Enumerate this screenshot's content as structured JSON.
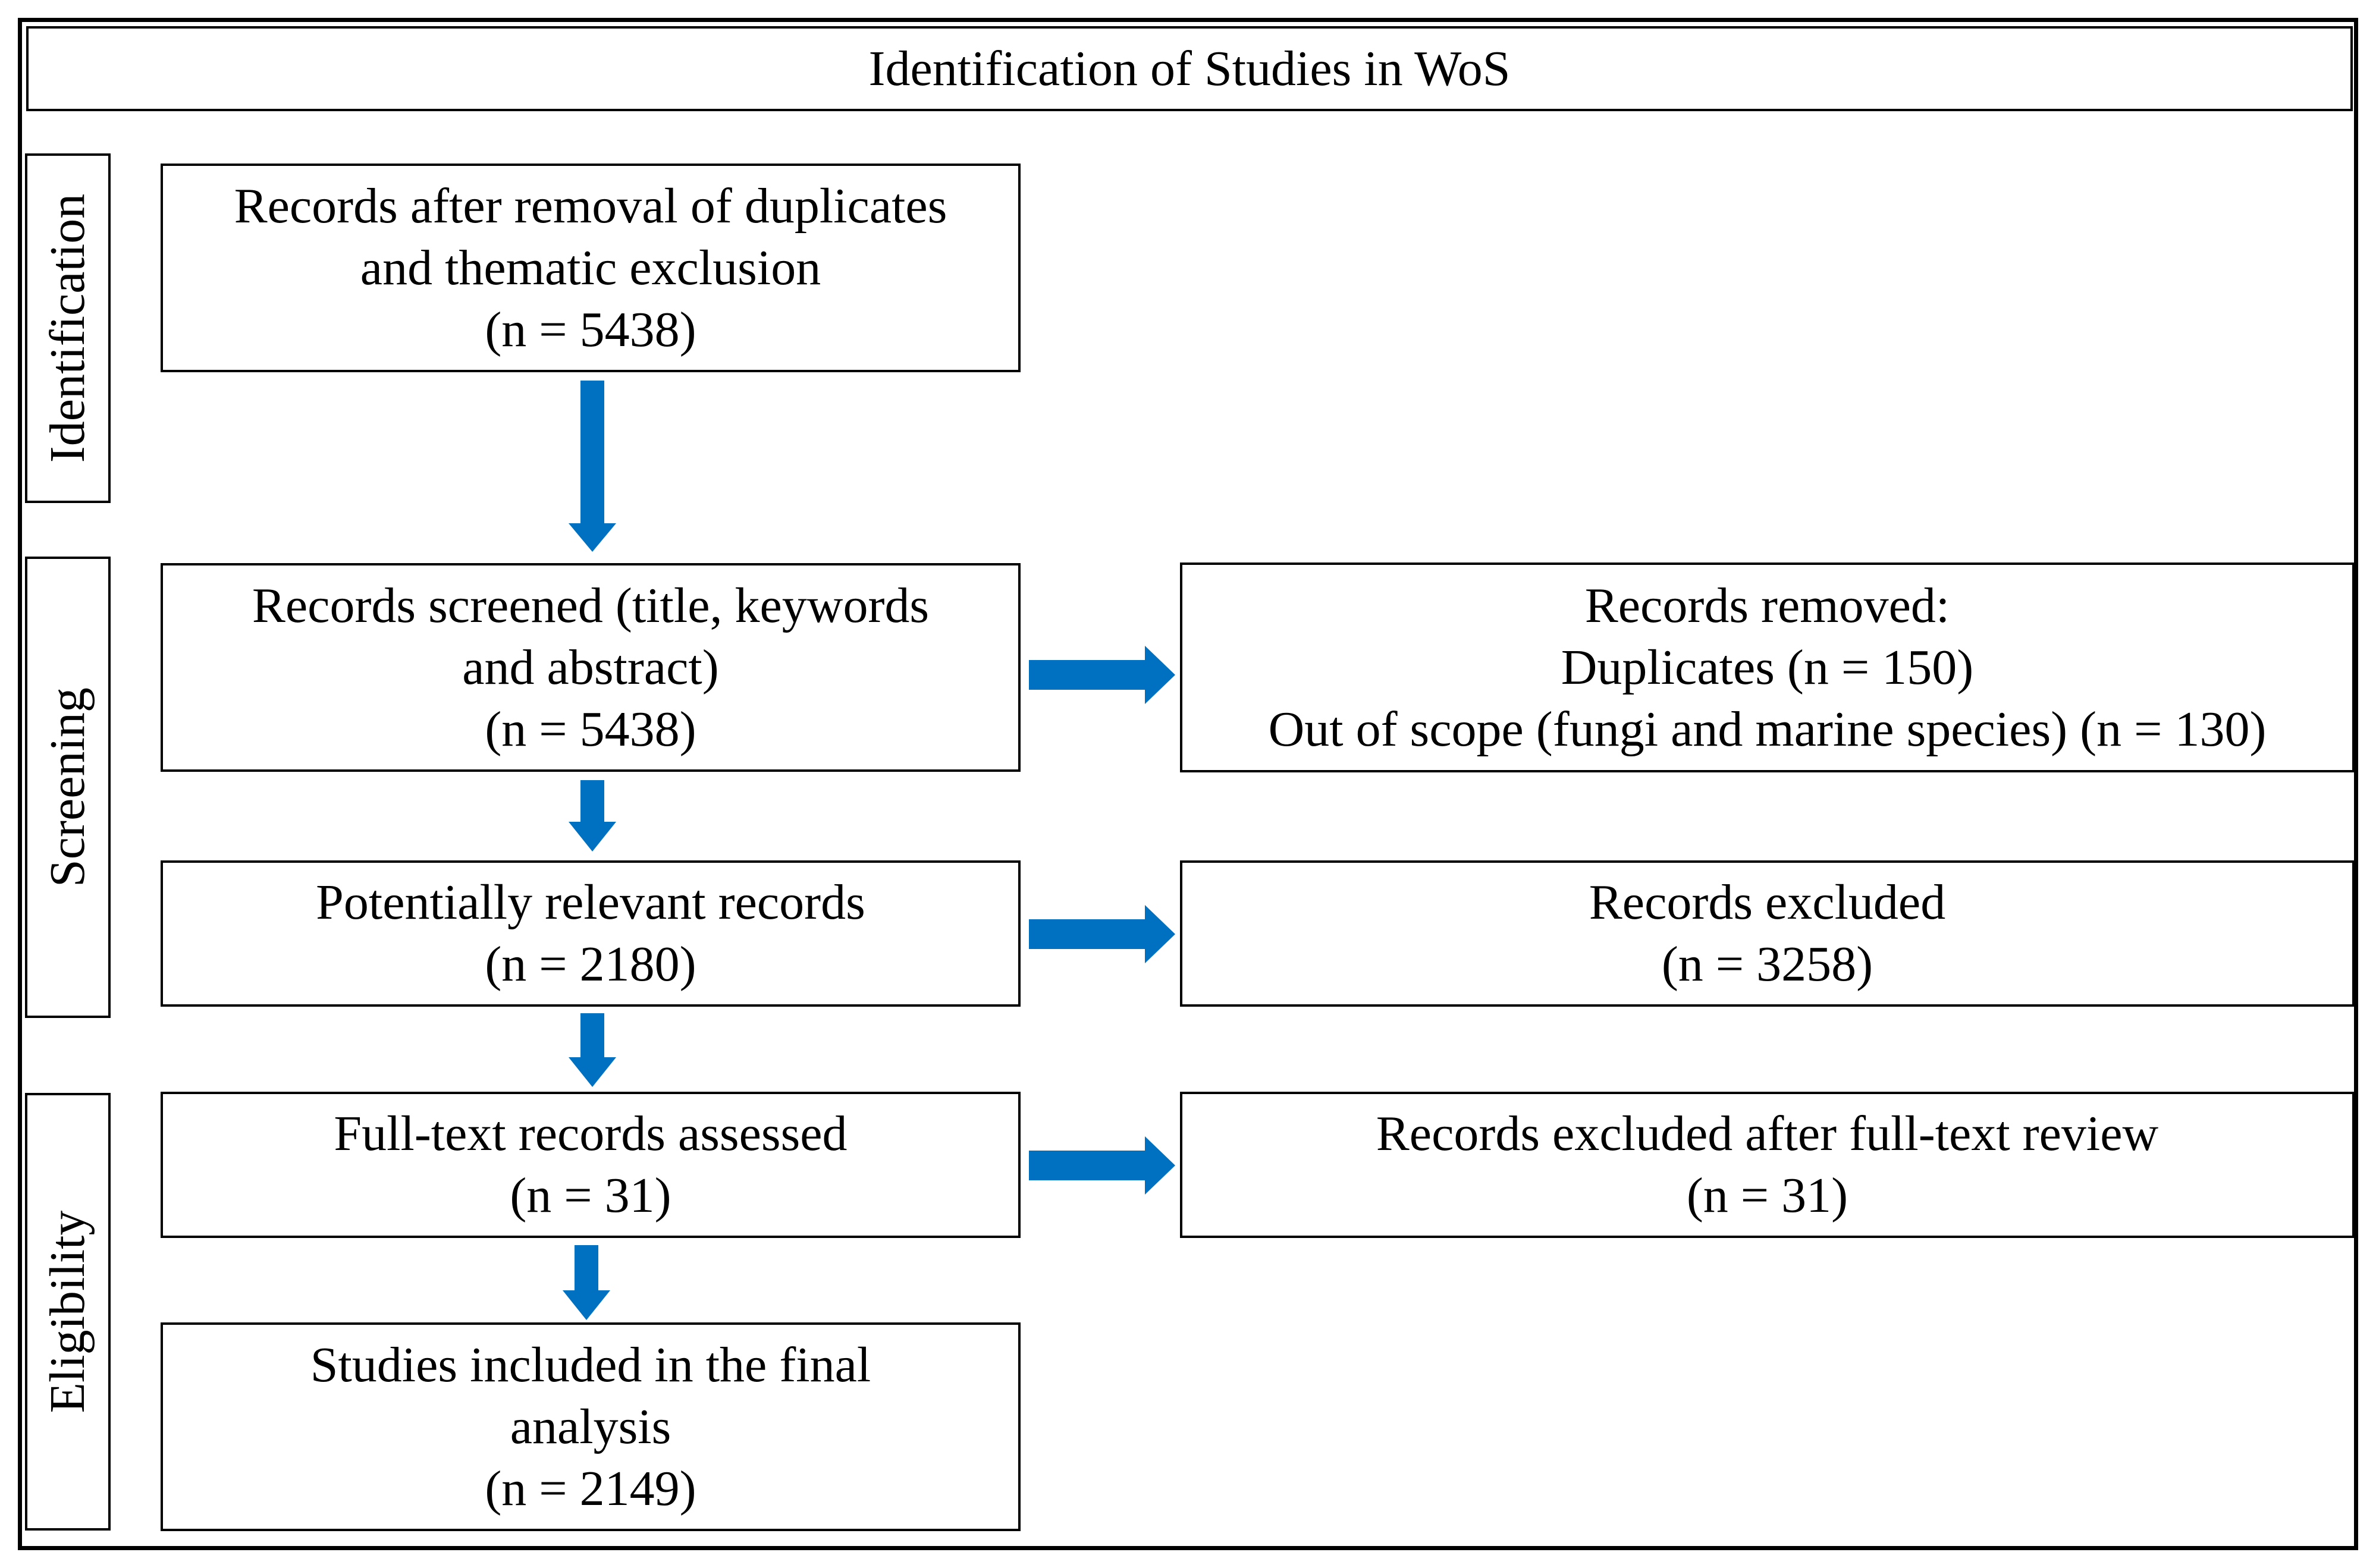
{
  "header": {
    "title": "Identification of Studies in WoS"
  },
  "stages": [
    {
      "label": "Identification"
    },
    {
      "label": "Screening"
    },
    {
      "label": "Eligibility"
    }
  ],
  "boxes": {
    "identified": {
      "lines": [
        "Records after removal of duplicates",
        "and thematic exclusion",
        "(n = 5438)"
      ]
    },
    "screened": {
      "lines": [
        "Records screened (title, keywords",
        "and abstract)",
        "(n = 5438)"
      ]
    },
    "removed": {
      "lines": [
        "Records removed:",
        "Duplicates (n = 150)",
        "Out of scope (fungi and marine species) (n = 130)"
      ]
    },
    "relevant": {
      "lines": [
        "Potentially relevant records",
        "(n = 2180)"
      ]
    },
    "excluded": {
      "lines": [
        "Records excluded",
        "(n = 3258)"
      ]
    },
    "fulltext": {
      "lines": [
        "Full-text records assessed",
        "(n = 31)"
      ]
    },
    "excluded_fulltext": {
      "lines": [
        "Records excluded after full-text review",
        "(n = 31)"
      ]
    },
    "included": {
      "lines": [
        "Studies included in the final",
        "analysis",
        "(n = 2149)"
      ]
    }
  },
  "colors": {
    "arrow": "#0070C0",
    "border": "#000000"
  }
}
